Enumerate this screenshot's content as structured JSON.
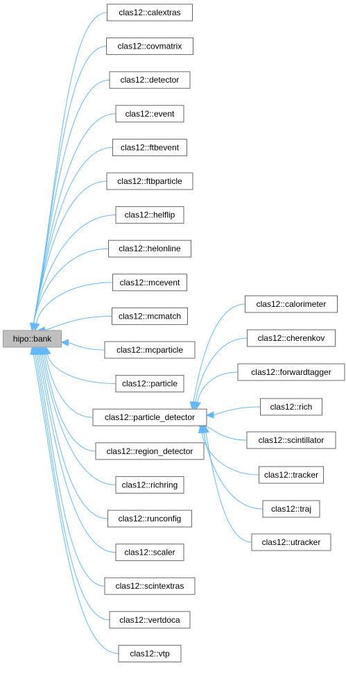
{
  "diagram": {
    "colors": {
      "edge": "#63b8ff",
      "root_fill": "#bfbfbf",
      "node_fill": "#ffffff",
      "node_border": "#666666"
    },
    "root": "hipo::bank",
    "mid": "clas12::particle_detector",
    "left_nodes": [
      "clas12::calextras",
      "clas12::covmatrix",
      "clas12::detector",
      "clas12::event",
      "clas12::ftbevent",
      "clas12::ftbparticle",
      "clas12::helflip",
      "clas12::helonline",
      "clas12::mcevent",
      "clas12::mcmatch",
      "clas12::mcparticle",
      "clas12::particle",
      "clas12::particle_detector",
      "clas12::region_detector",
      "clas12::richring",
      "clas12::runconfig",
      "clas12::scaler",
      "clas12::scintextras",
      "clas12::vertdoca",
      "clas12::vtp"
    ],
    "right_nodes": [
      "clas12::calorimeter",
      "clas12::cherenkov",
      "clas12::forwardtagger",
      "clas12::rich",
      "clas12::scintillator",
      "clas12::tracker",
      "clas12::traj",
      "clas12::utracker"
    ]
  }
}
